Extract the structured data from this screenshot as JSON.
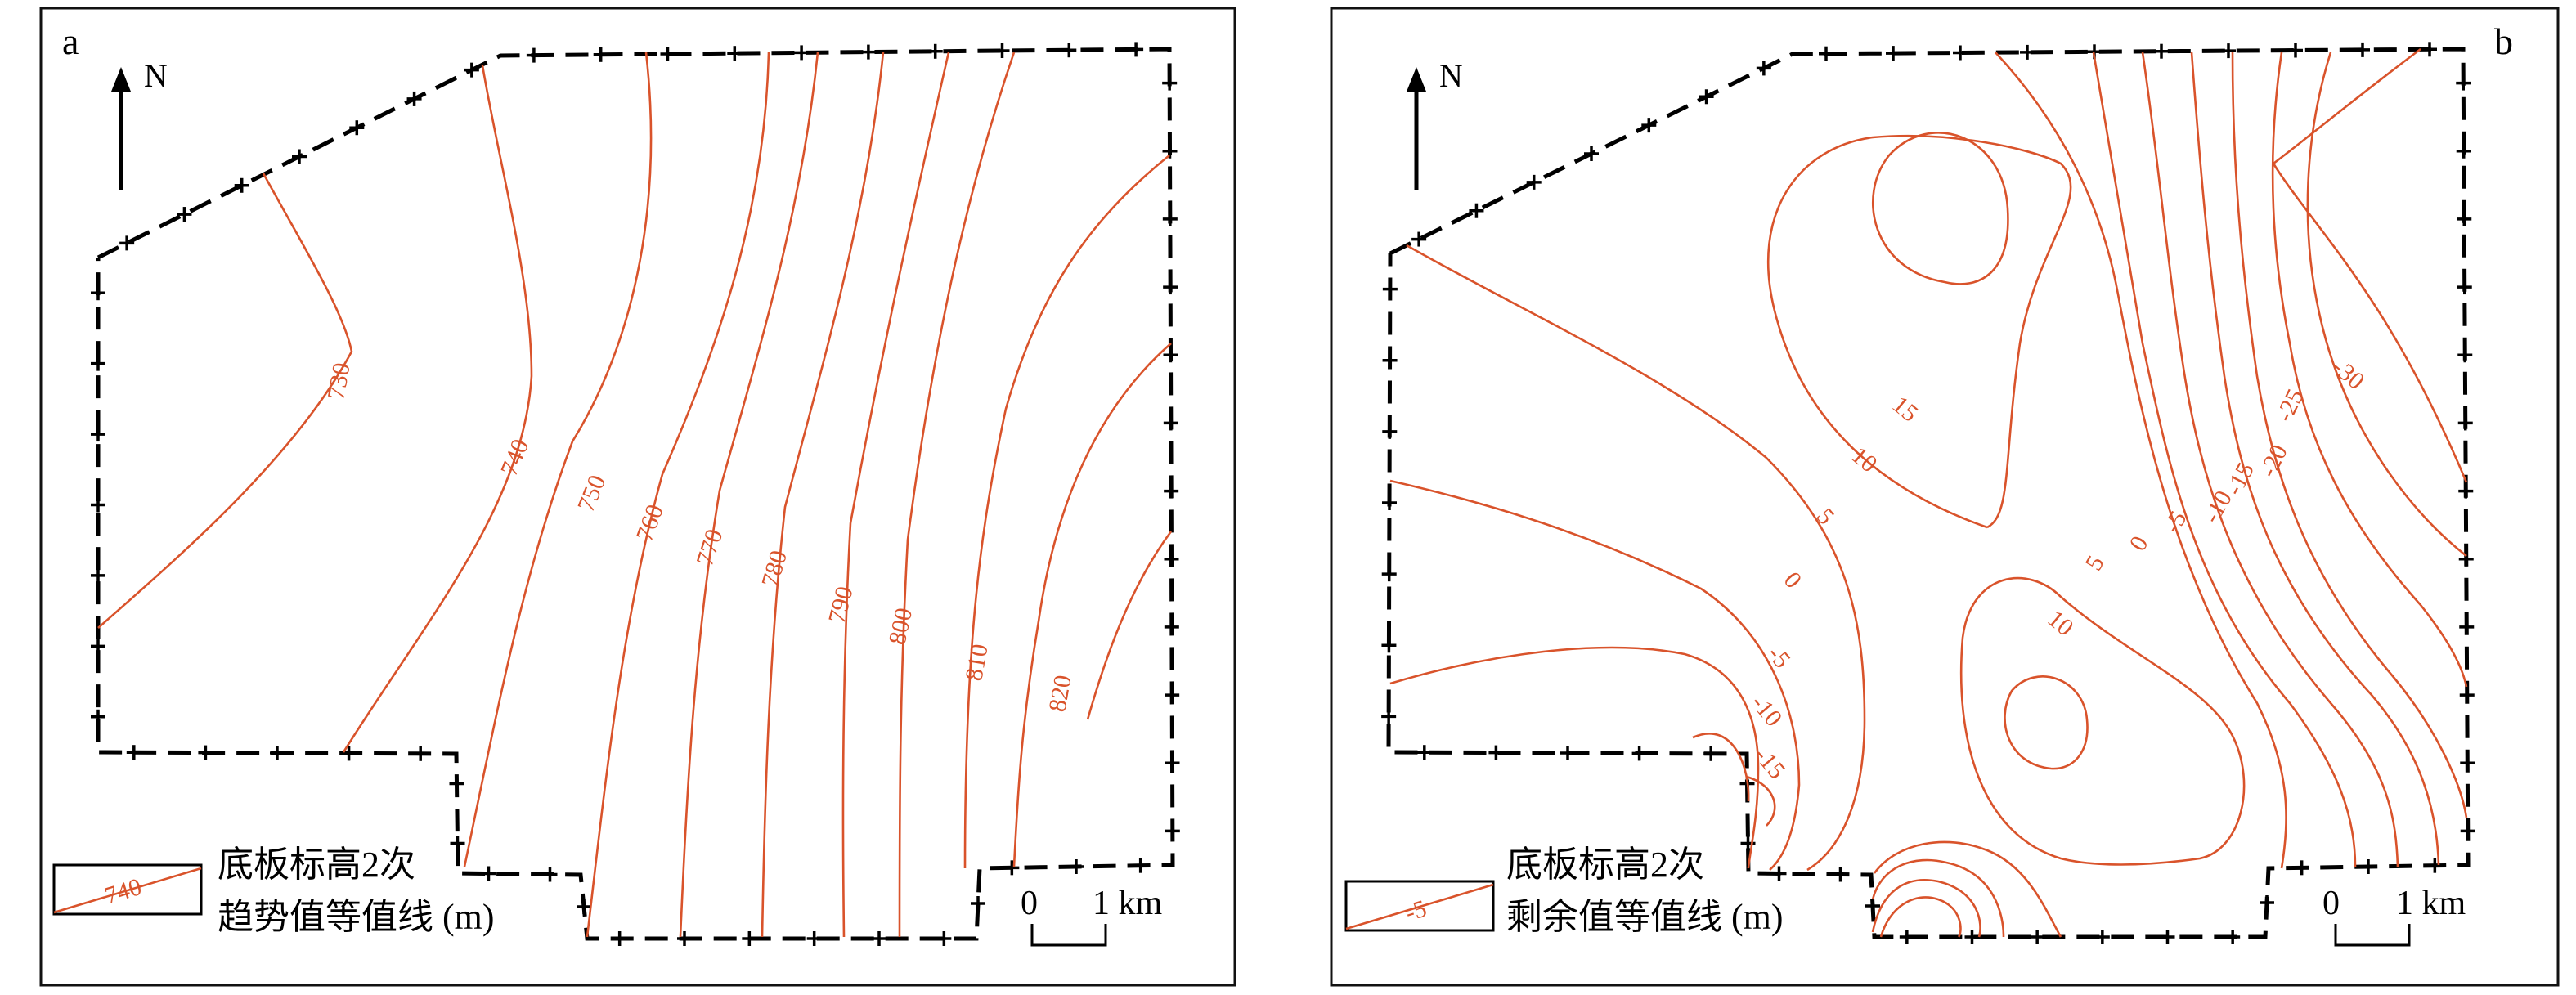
{
  "panels": [
    {
      "letter": "a",
      "north": "N",
      "legend_sample": "740",
      "legend_line1": "底板标高2次",
      "legend_line2": "趋势值等值线 (m)",
      "scale_zero": "0",
      "scale_one": "1 km",
      "contour_labels": [
        "730",
        "740",
        "750",
        "760",
        "770",
        "780",
        "790",
        "800",
        "810",
        "820"
      ]
    },
    {
      "letter": "b",
      "north": "N",
      "legend_sample": "-5",
      "legend_line1": "底板标高2次",
      "legend_line2": "剩余值等值线 (m)",
      "scale_zero": "0",
      "scale_one": "1 km",
      "contour_labels": [
        "15",
        "10",
        "5",
        "0",
        "-5",
        "-10",
        "-15",
        "10",
        "5",
        "0",
        "-5",
        "-10",
        "-15",
        "-20",
        "-25",
        "-30"
      ]
    }
  ],
  "colors": {
    "contour": "#d9532b",
    "boundary": "#000000"
  }
}
